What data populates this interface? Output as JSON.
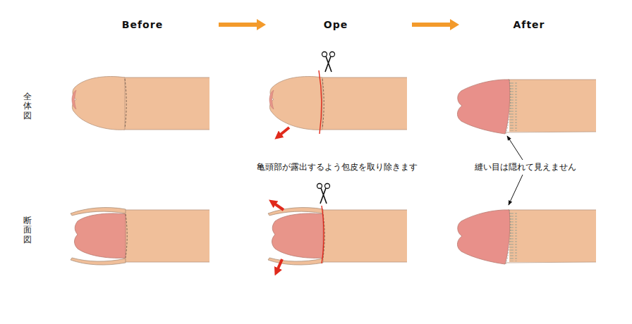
{
  "diagram": {
    "nodes": [
      {
        "text": [
          "全体図"
        ]
      },
      {
        "text": [
          "断面図"
        ]
      }
    ],
    "labels": [
      "Before",
      "Ope",
      "After",
      "亀頭部が露出するよう包皮を取り除きます",
      "縫い目は隠れて見えません"
    ]
  }
}
